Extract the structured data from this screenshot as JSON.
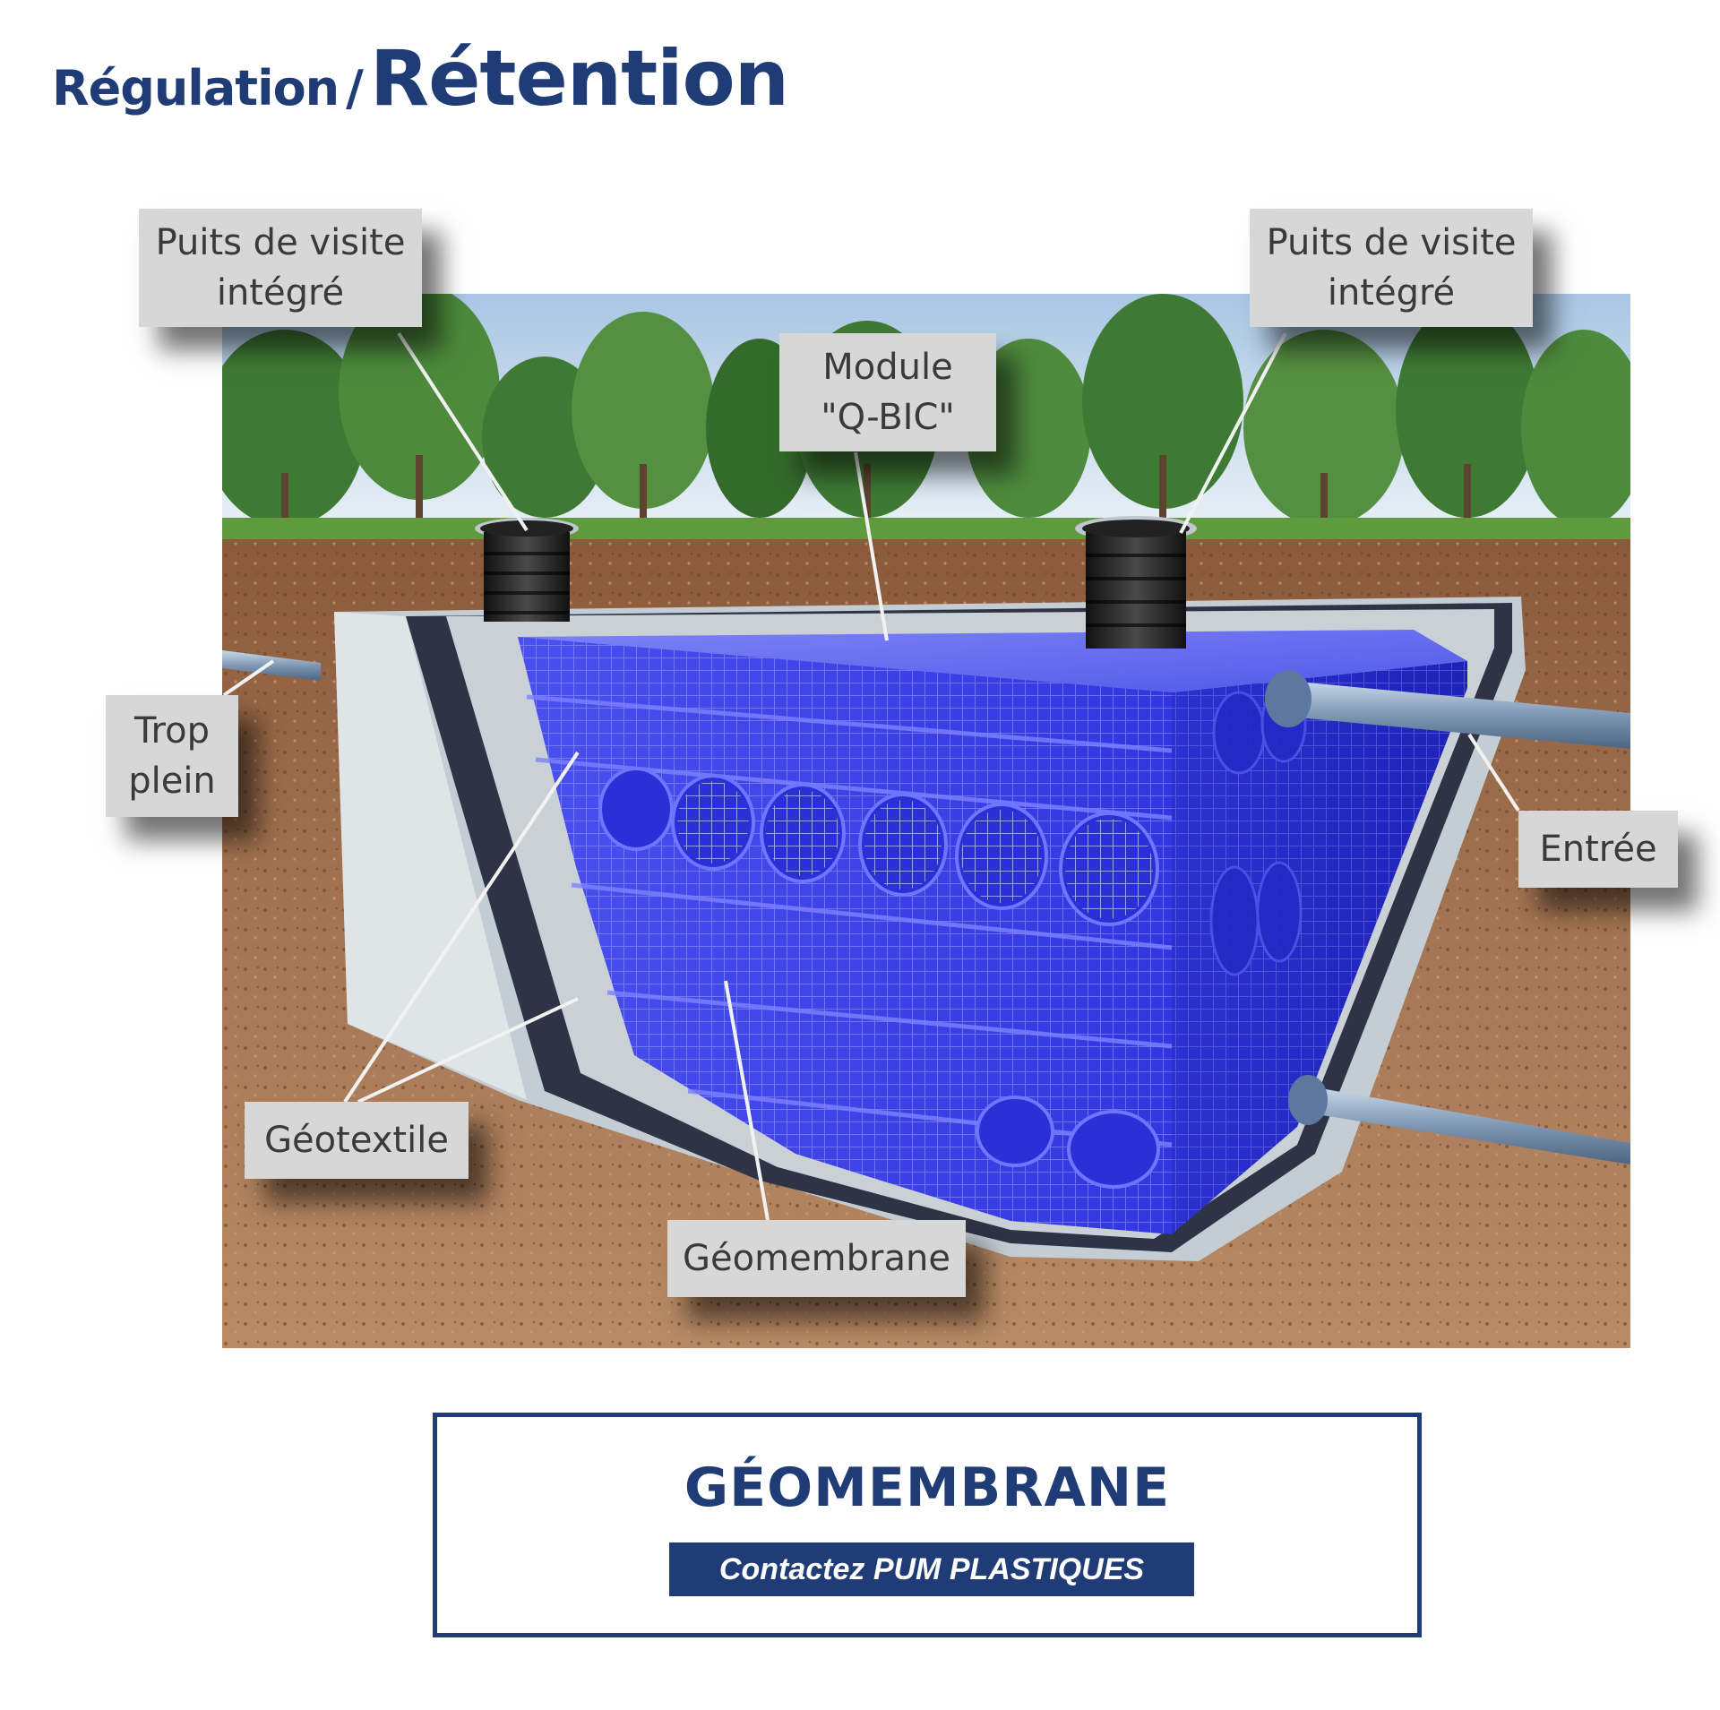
{
  "header": {
    "title_prefix": "Régulation",
    "title_separator": "/",
    "title_main": "Rétention"
  },
  "diagram": {
    "callouts": [
      {
        "id": "puits-left",
        "text": "Puits de visite\nintégré"
      },
      {
        "id": "puits-right",
        "text": "Puits de visite\nintégré"
      },
      {
        "id": "module",
        "text": "Module\n\"Q-BIC\""
      },
      {
        "id": "trop-plein",
        "text": "Trop\nplein"
      },
      {
        "id": "entree",
        "text": "Entrée"
      },
      {
        "id": "geotextile",
        "text": "Géotextile"
      },
      {
        "id": "geomembrane",
        "text": "Géomembrane"
      }
    ]
  },
  "product": {
    "name": "GÉOMEMBRANE",
    "contact_prefix": "Contactez ",
    "contact_company": "PUM PLASTIQUES"
  },
  "colors": {
    "brand_blue": "#1f3c77",
    "module_blue": "#3a3cf0",
    "callout_bg": "#d7d7d7",
    "soil": "#9a6a47"
  }
}
